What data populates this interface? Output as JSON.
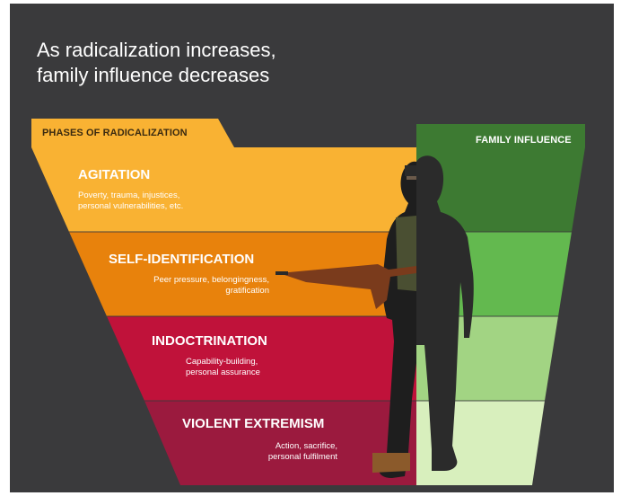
{
  "headline": {
    "line1": "As radicalization increases,",
    "line2": "family influence decreases"
  },
  "left_header": "PHASES OF RADICALIZATION",
  "right_header": "FAMILY INFLUENCE",
  "phases": [
    {
      "title": "AGITATION",
      "line1": "Poverty, trauma, injustices,",
      "line2": "personal vulnerabilities, etc.",
      "color": "#f9b233"
    },
    {
      "title": "SELF-IDENTIFICATION",
      "line1": "Peer pressure, belongingness,",
      "line2": "gratification",
      "color": "#e8820c"
    },
    {
      "title": "INDOCTRINATION",
      "line1": "Capability-building,",
      "line2": "personal assurance",
      "color": "#c0123a"
    },
    {
      "title": "VIOLENT EXTREMISM",
      "line1": "Action, sacrifice,",
      "line2": "personal fulfilment",
      "color": "#9b1a3e"
    }
  ],
  "family_colors": [
    "#3d7a32",
    "#63b94f",
    "#a2d483",
    "#d8efbd"
  ],
  "colors": {
    "background": "#3a3a3c",
    "left_tab": "#f9b233",
    "right_tab": "#3d7a32",
    "silhouette": "#2b2b2b"
  }
}
